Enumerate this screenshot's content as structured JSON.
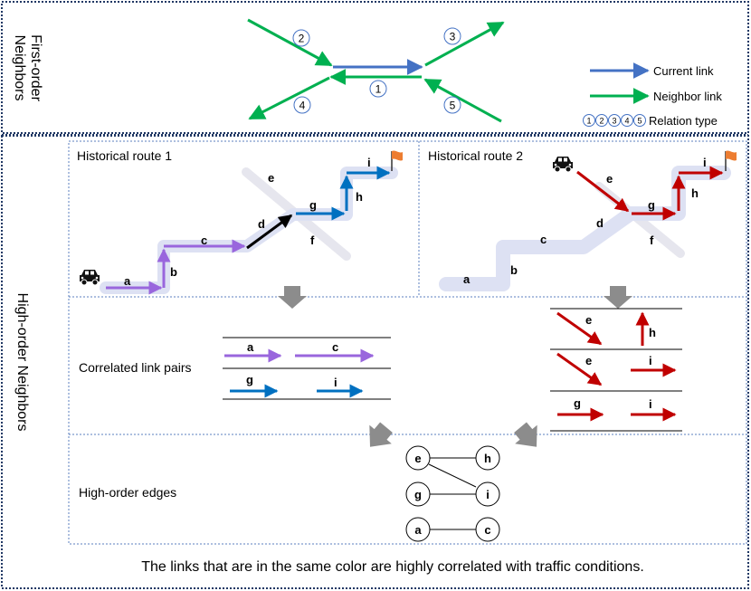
{
  "sections": {
    "first_order_label": [
      "First-order",
      "Neighbors"
    ],
    "high_order_label": "High-order Neighbors"
  },
  "relations": [
    "2",
    "3",
    "1",
    "4",
    "5"
  ],
  "legend": {
    "current_link": "Current link",
    "neighbor_link": "Neighbor link",
    "relation_type": "Relation type",
    "relation_numbers": [
      "1",
      "2",
      "3",
      "4",
      "5"
    ]
  },
  "routes": {
    "route1_title": "Historical route 1",
    "route2_title": "Historical route 2"
  },
  "links": {
    "a": "a",
    "b": "b",
    "c": "c",
    "d": "d",
    "e": "e",
    "f": "f",
    "g": "g",
    "h": "h",
    "i": "i"
  },
  "rows": {
    "pairs_label": "Correlated link pairs",
    "edges_label": "High-order edges"
  },
  "caption": "The links that are in the same color are highly correlated with traffic conditions.",
  "colors": {
    "current_link": "#4472c4",
    "neighbor_link": "#00b050",
    "purple": "#9966dd",
    "blue": "#0070c0",
    "red": "#c00000",
    "black": "#000000",
    "route_shadow": "#dde1f3",
    "frame_navy": "#203864",
    "flag": "#ed7d31"
  }
}
